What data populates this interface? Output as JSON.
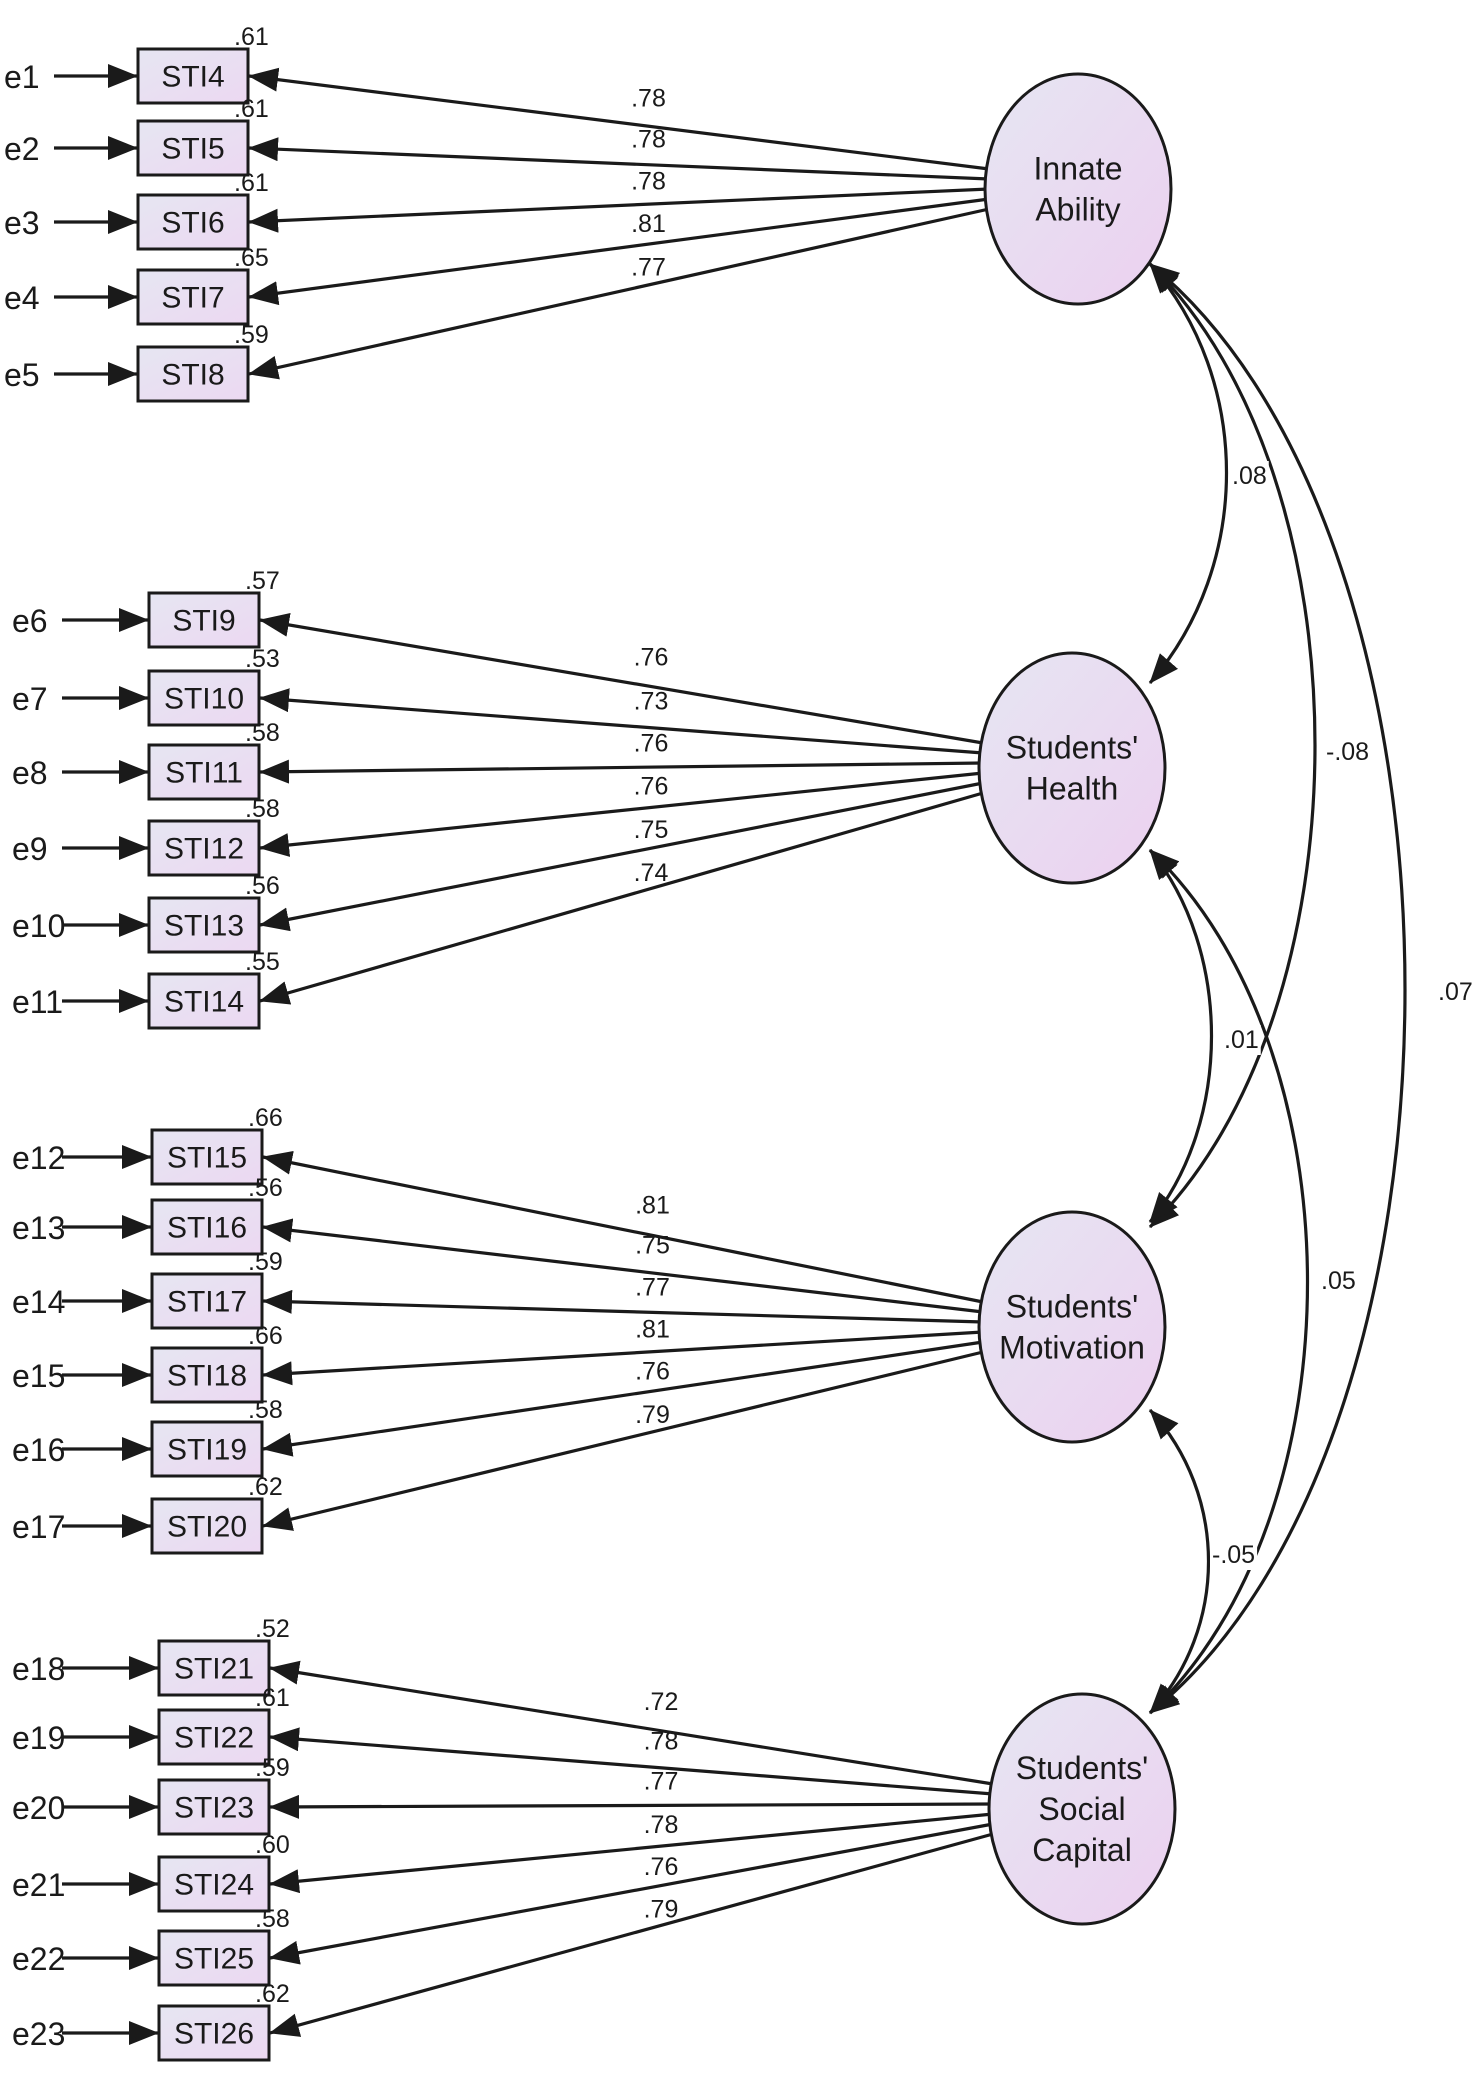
{
  "colors": {
    "stroke": "#1a1a1a",
    "box_fill_start": "#e6e6f2",
    "box_fill_end": "#ecd8f2",
    "ellipse_fill_start": "#e6e6f2",
    "ellipse_fill_end": "#ecd0f0"
  },
  "factors": [
    {
      "lines": [
        "Innate",
        "Ability"
      ],
      "indicators": [
        {
          "label": "STI4",
          "error": "e1",
          "r2": ".61",
          "loading": ".78"
        },
        {
          "label": "STI5",
          "error": "e2",
          "r2": ".61",
          "loading": ".78"
        },
        {
          "label": "STI6",
          "error": "e3",
          "r2": ".61",
          "loading": ".78"
        },
        {
          "label": "STI7",
          "error": "e4",
          "r2": ".65",
          "loading": ".81"
        },
        {
          "label": "STI8",
          "error": "e5",
          "r2": ".59",
          "loading": ".77"
        }
      ]
    },
    {
      "lines": [
        "Students'",
        "Health"
      ],
      "indicators": [
        {
          "label": "STI9",
          "error": "e6",
          "r2": ".57",
          "loading": ".76"
        },
        {
          "label": "STI10",
          "error": "e7",
          "r2": ".53",
          "loading": ".73"
        },
        {
          "label": "STI11",
          "error": "e8",
          "r2": ".58",
          "loading": ".76"
        },
        {
          "label": "STI12",
          "error": "e9",
          "r2": ".58",
          "loading": ".76"
        },
        {
          "label": "STI13",
          "error": "e10",
          "r2": ".56",
          "loading": ".75"
        },
        {
          "label": "STI14",
          "error": "e11",
          "r2": ".55",
          "loading": ".74"
        }
      ]
    },
    {
      "lines": [
        "Students'",
        "Motivation"
      ],
      "indicators": [
        {
          "label": "STI15",
          "error": "e12",
          "r2": ".66",
          "loading": ".81"
        },
        {
          "label": "STI16",
          "error": "e13",
          "r2": ".56",
          "loading": ".75"
        },
        {
          "label": "STI17",
          "error": "e14",
          "r2": ".59",
          "loading": ".77"
        },
        {
          "label": "STI18",
          "error": "e15",
          "r2": ".66",
          "loading": ".81"
        },
        {
          "label": "STI19",
          "error": "e16",
          "r2": ".58",
          "loading": ".76"
        },
        {
          "label": "STI20",
          "error": "e17",
          "r2": ".62",
          "loading": ".79"
        }
      ]
    },
    {
      "lines": [
        "Students'",
        "Social",
        "Capital"
      ],
      "indicators": [
        {
          "label": "STI21",
          "error": "e18",
          "r2": ".52",
          "loading": ".72"
        },
        {
          "label": "STI22",
          "error": "e19",
          "r2": ".61",
          "loading": ".78"
        },
        {
          "label": "STI23",
          "error": "e20",
          "r2": ".59",
          "loading": ".77"
        },
        {
          "label": "STI24",
          "error": "e21",
          "r2": ".60",
          "loading": ".78"
        },
        {
          "label": "STI25",
          "error": "e22",
          "r2": ".58",
          "loading": ".76"
        },
        {
          "label": "STI26",
          "error": "e23",
          "r2": ".62",
          "loading": ".79"
        }
      ]
    }
  ],
  "correlations": [
    {
      "from": 0,
      "to": 1,
      "value": ".08"
    },
    {
      "from": 0,
      "to": 2,
      "value": "-.08"
    },
    {
      "from": 0,
      "to": 3,
      "value": ".07"
    },
    {
      "from": 1,
      "to": 2,
      "value": ".01"
    },
    {
      "from": 1,
      "to": 3,
      "value": ".05"
    },
    {
      "from": 2,
      "to": 3,
      "value": "-.05"
    }
  ]
}
